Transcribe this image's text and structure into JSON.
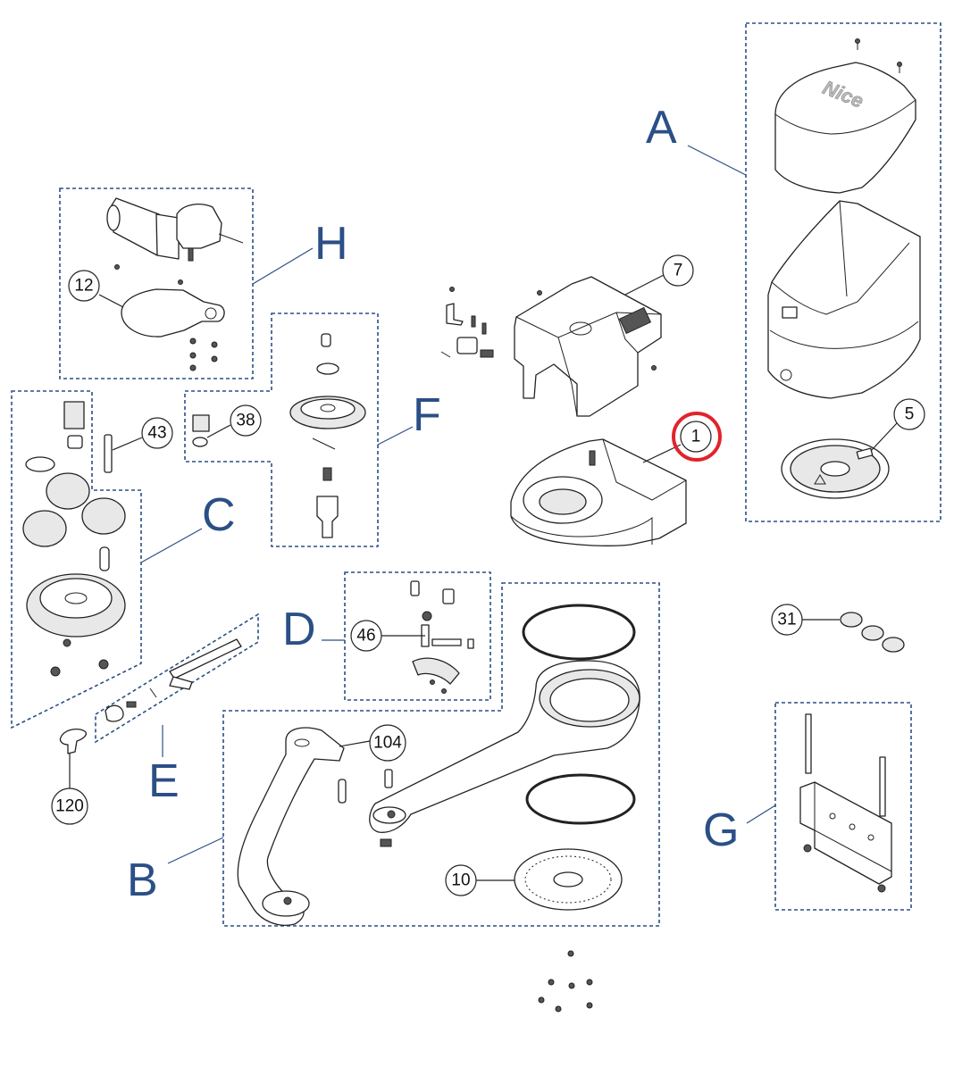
{
  "groups": [
    {
      "id": "A",
      "letter": "A"
    },
    {
      "id": "B",
      "letter": "B"
    },
    {
      "id": "C",
      "letter": "C"
    },
    {
      "id": "D",
      "letter": "D"
    },
    {
      "id": "E",
      "letter": "E"
    },
    {
      "id": "F",
      "letter": "F"
    },
    {
      "id": "G",
      "letter": "G"
    },
    {
      "id": "H",
      "letter": "H"
    }
  ],
  "callouts": [
    {
      "id": "1",
      "label": "1",
      "highlighted": true
    },
    {
      "id": "5",
      "label": "5"
    },
    {
      "id": "7",
      "label": "7"
    },
    {
      "id": "10",
      "label": "10"
    },
    {
      "id": "12",
      "label": "12"
    },
    {
      "id": "31",
      "label": "31"
    },
    {
      "id": "38",
      "label": "38"
    },
    {
      "id": "43",
      "label": "43"
    },
    {
      "id": "46",
      "label": "46"
    },
    {
      "id": "104",
      "label": "104"
    },
    {
      "id": "120",
      "label": "120"
    }
  ],
  "brand_logo": "Nice",
  "colors": {
    "group_outline": "#2b4f86",
    "highlight": "#e0242b",
    "line": "#222222"
  }
}
